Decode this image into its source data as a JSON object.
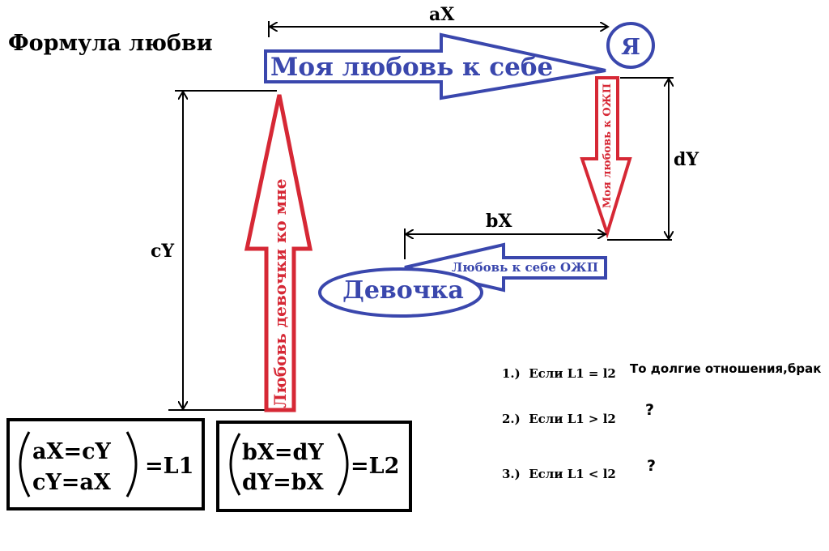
{
  "title": "Формула любви",
  "nodes": {
    "me": "Я",
    "girl": "Девочка"
  },
  "arrows": {
    "self_love": "Моя любовь к себе",
    "love_to_girl": "Моя любовь к ОЖП",
    "girl_self_love": "Любовь к себе ОЖП",
    "girl_love_to_me": "Любовь девочки ко мне"
  },
  "dimensions": {
    "aX": "aX",
    "bX": "bX",
    "cY": "cY",
    "dY": "dY"
  },
  "formulas": {
    "left": {
      "line1": "aX=cY",
      "line2": "cY=aX",
      "result": "=L1"
    },
    "right": {
      "line1": "bX=dY",
      "line2": "dY=bX",
      "result": "=L2"
    }
  },
  "conditions": [
    {
      "label": "1.)  Если L1 = l2",
      "outcome": "То долгие отношения,брак"
    },
    {
      "label": "2.)  Если L1 > l2",
      "outcome": "?"
    },
    {
      "label": "3.)  Если L1 < l2",
      "outcome": "?"
    }
  ],
  "colors": {
    "blue": "#3a47ad",
    "red": "#d62835",
    "black": "#000000"
  }
}
